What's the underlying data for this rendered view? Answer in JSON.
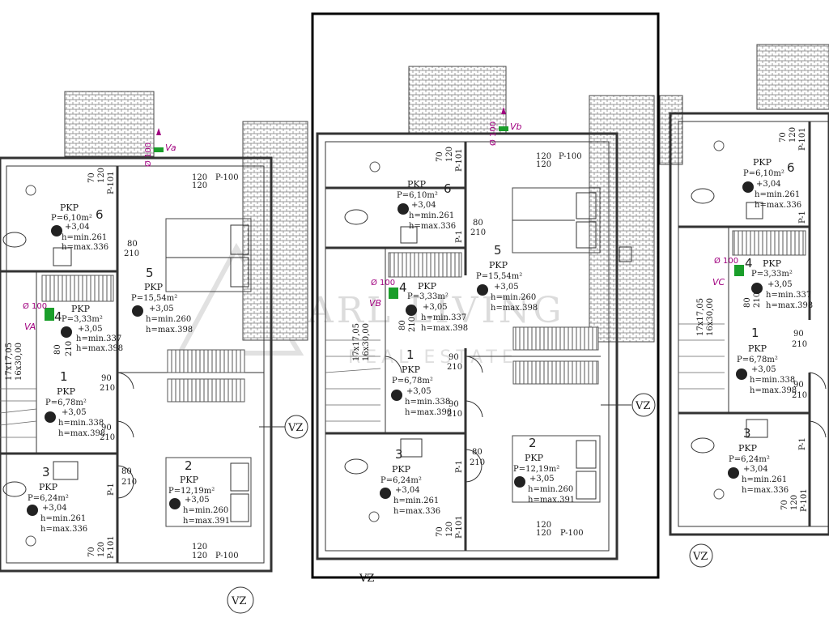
{
  "watermark": {
    "line1": "ARL LIVING",
    "line2": "REAL ESTATE"
  },
  "labels": {
    "vz": "VZ",
    "p100": "P-100",
    "p101": "P-101",
    "p1": "P-1",
    "pipe": "Ø 100"
  },
  "vents": {
    "va": "VA",
    "vb": "VB",
    "vc": "VC",
    "va_top": "Va",
    "vb_top": "Vb"
  },
  "stairs": {
    "steps": "17x17,05",
    "tread": "16x30,00"
  },
  "dims": {
    "d70": "70",
    "d120": "120",
    "d80": "80",
    "d90": "90",
    "d210": "210"
  },
  "rooms": {
    "r1": {
      "num": "1",
      "type": "PKP",
      "area": "P=6,78m²",
      "level": "+3,05",
      "hmin": "h=min.338",
      "hmax": "h=max.398"
    },
    "r2": {
      "num": "2",
      "type": "PKP",
      "area": "P=12,19m²",
      "level": "+3,05",
      "hmin": "h=min.260",
      "hmax": "h=max.391"
    },
    "r3": {
      "num": "3",
      "type": "PKP",
      "area": "P=6,24m²",
      "level": "+3,04",
      "hmin": "h=min.261",
      "hmax": "h=max.336"
    },
    "r4": {
      "num": "4",
      "type": "PKP",
      "area": "P=3,33m²",
      "level": "+3,05",
      "hmin": "h=min.337",
      "hmax": "h=max.398"
    },
    "r5": {
      "num": "5",
      "type": "PKP",
      "area": "P=15,54m²",
      "level": "+3,05",
      "hmin": "h=min.260",
      "hmax": "h=max.398"
    },
    "r6": {
      "num": "6",
      "type": "PKP",
      "area": "P=6,10m²",
      "level": "+3,04",
      "hmin": "h=min.261",
      "hmax": "h=max.336"
    }
  }
}
